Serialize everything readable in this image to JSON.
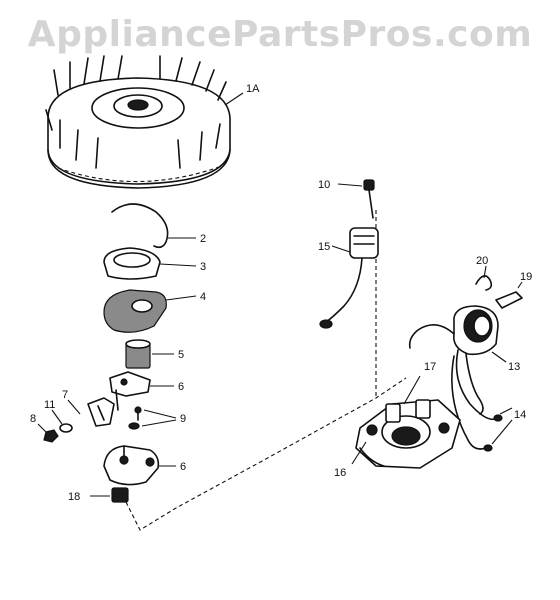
{
  "watermark": "AppliancePartsPros.com",
  "callouts": {
    "c1A": "1A",
    "c2": "2",
    "c3": "3",
    "c4": "4",
    "c5": "5",
    "c6a": "6",
    "c6b": "6",
    "c7": "7",
    "c8": "8",
    "c9": "9",
    "c10": "10",
    "c11": "11",
    "c13": "13",
    "c14": "14",
    "c15": "15",
    "c16": "16",
    "c17": "17",
    "c18": "18",
    "c19": "19",
    "c20": "20"
  }
}
